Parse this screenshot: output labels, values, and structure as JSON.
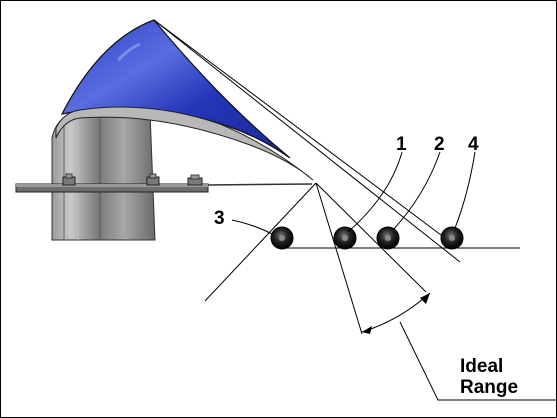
{
  "callouts": {
    "one": "1",
    "two": "2",
    "three": "3",
    "four": "4"
  },
  "range_label": {
    "line1": "Ideal",
    "line2": "Range"
  },
  "colors": {
    "blade": "#1f2fb0",
    "blade_highlight": "#5a6ee0",
    "body": "#8e8e8e",
    "body_dark": "#5c5c5c",
    "line": "#000000",
    "border": "#000000"
  }
}
